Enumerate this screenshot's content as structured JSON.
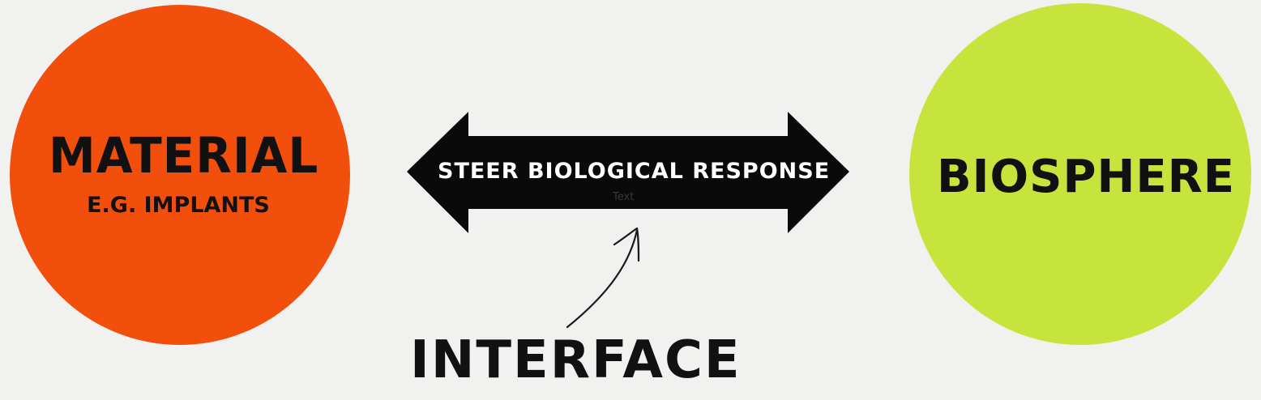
{
  "material": {
    "title": "MATERIAL",
    "subtitle": "E.G. IMPLANTS",
    "color": "#f24f0c"
  },
  "biosphere": {
    "title": "BIOSPHERE",
    "color": "#c6e43c"
  },
  "arrow": {
    "label": "STEER BIOLOGICAL RESPONSE",
    "small_text": "Text",
    "color": "#0a0a0a"
  },
  "interface": {
    "title": "INTERFACE"
  },
  "icons": {
    "double_arrow": "double-headed-arrow-icon",
    "pointer": "curved-pointer-arrow-icon"
  }
}
